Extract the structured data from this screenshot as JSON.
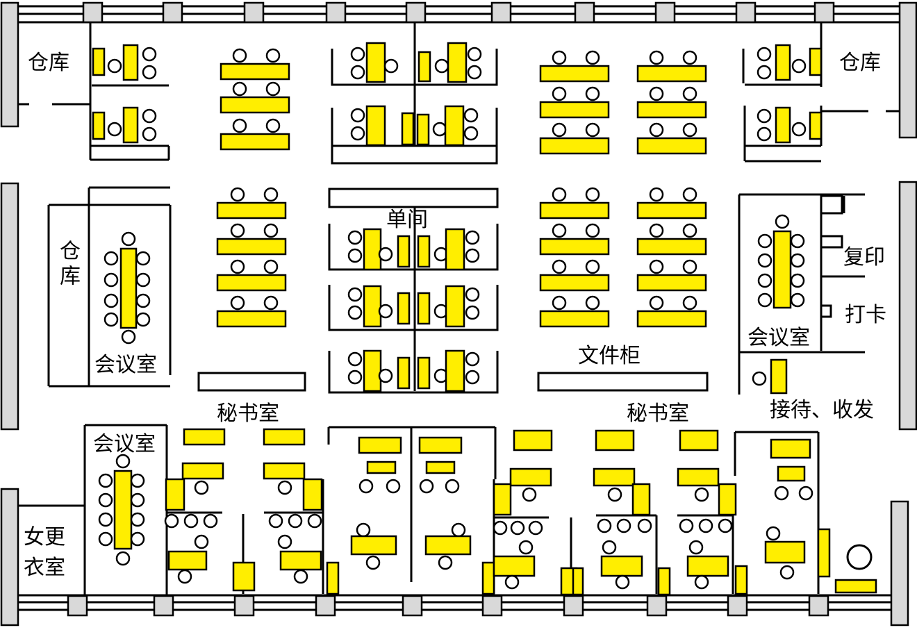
{
  "colors": {
    "desk": "#ffee00",
    "pillar": "#d9d9d9",
    "line": "#000000",
    "background": "#ffffff"
  },
  "labels": {
    "storage_top_left": "仓库",
    "storage_top_right": "仓库",
    "storage_left": "仓库",
    "meeting_left": "会议室",
    "meeting_right": "会议室",
    "meeting_bottom": "会议室",
    "single_room": "单间",
    "file_cabinet": "文件柜",
    "copy": "复印",
    "clock_in": "打卡",
    "reception": "接待、收发",
    "secretary_left": "秘书室",
    "secretary_right": "秘书室",
    "changing_room": "女更衣室"
  }
}
